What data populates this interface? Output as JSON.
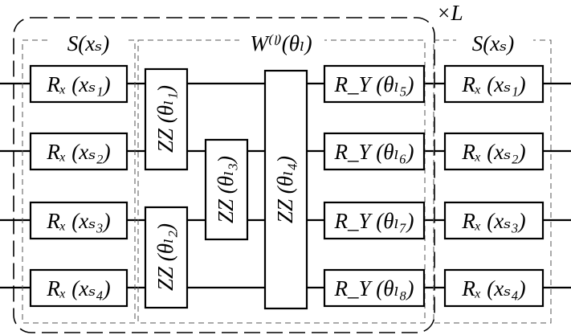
{
  "header": {
    "s_left": "S(xₛ)",
    "w_block": "W⁽ˡ⁾(θₗ)",
    "s_right": "S(xₛ)",
    "repeat": "×L"
  },
  "left_encoding": [
    "Rₓ (xₛ₁)",
    "Rₓ (xₛ₂)",
    "Rₓ (xₛ₃)",
    "Rₓ (xₛ₄)"
  ],
  "entangling": [
    "ZZ (θₗ₁)",
    "ZZ (θₗ₂)",
    "ZZ (θₗ₃)",
    "ZZ (θₗ₄)"
  ],
  "rotations": [
    "R_Y (θₗ₅)",
    "R_Y (θₗ₆)",
    "R_Y (θₗ₇)",
    "R_Y (θₗ₈)"
  ],
  "right_encoding": [
    "Rₓ (xₛ₁)",
    "Rₓ (xₛ₂)",
    "Rₓ (xₛ₃)",
    "Rₓ (xₛ₄)"
  ]
}
